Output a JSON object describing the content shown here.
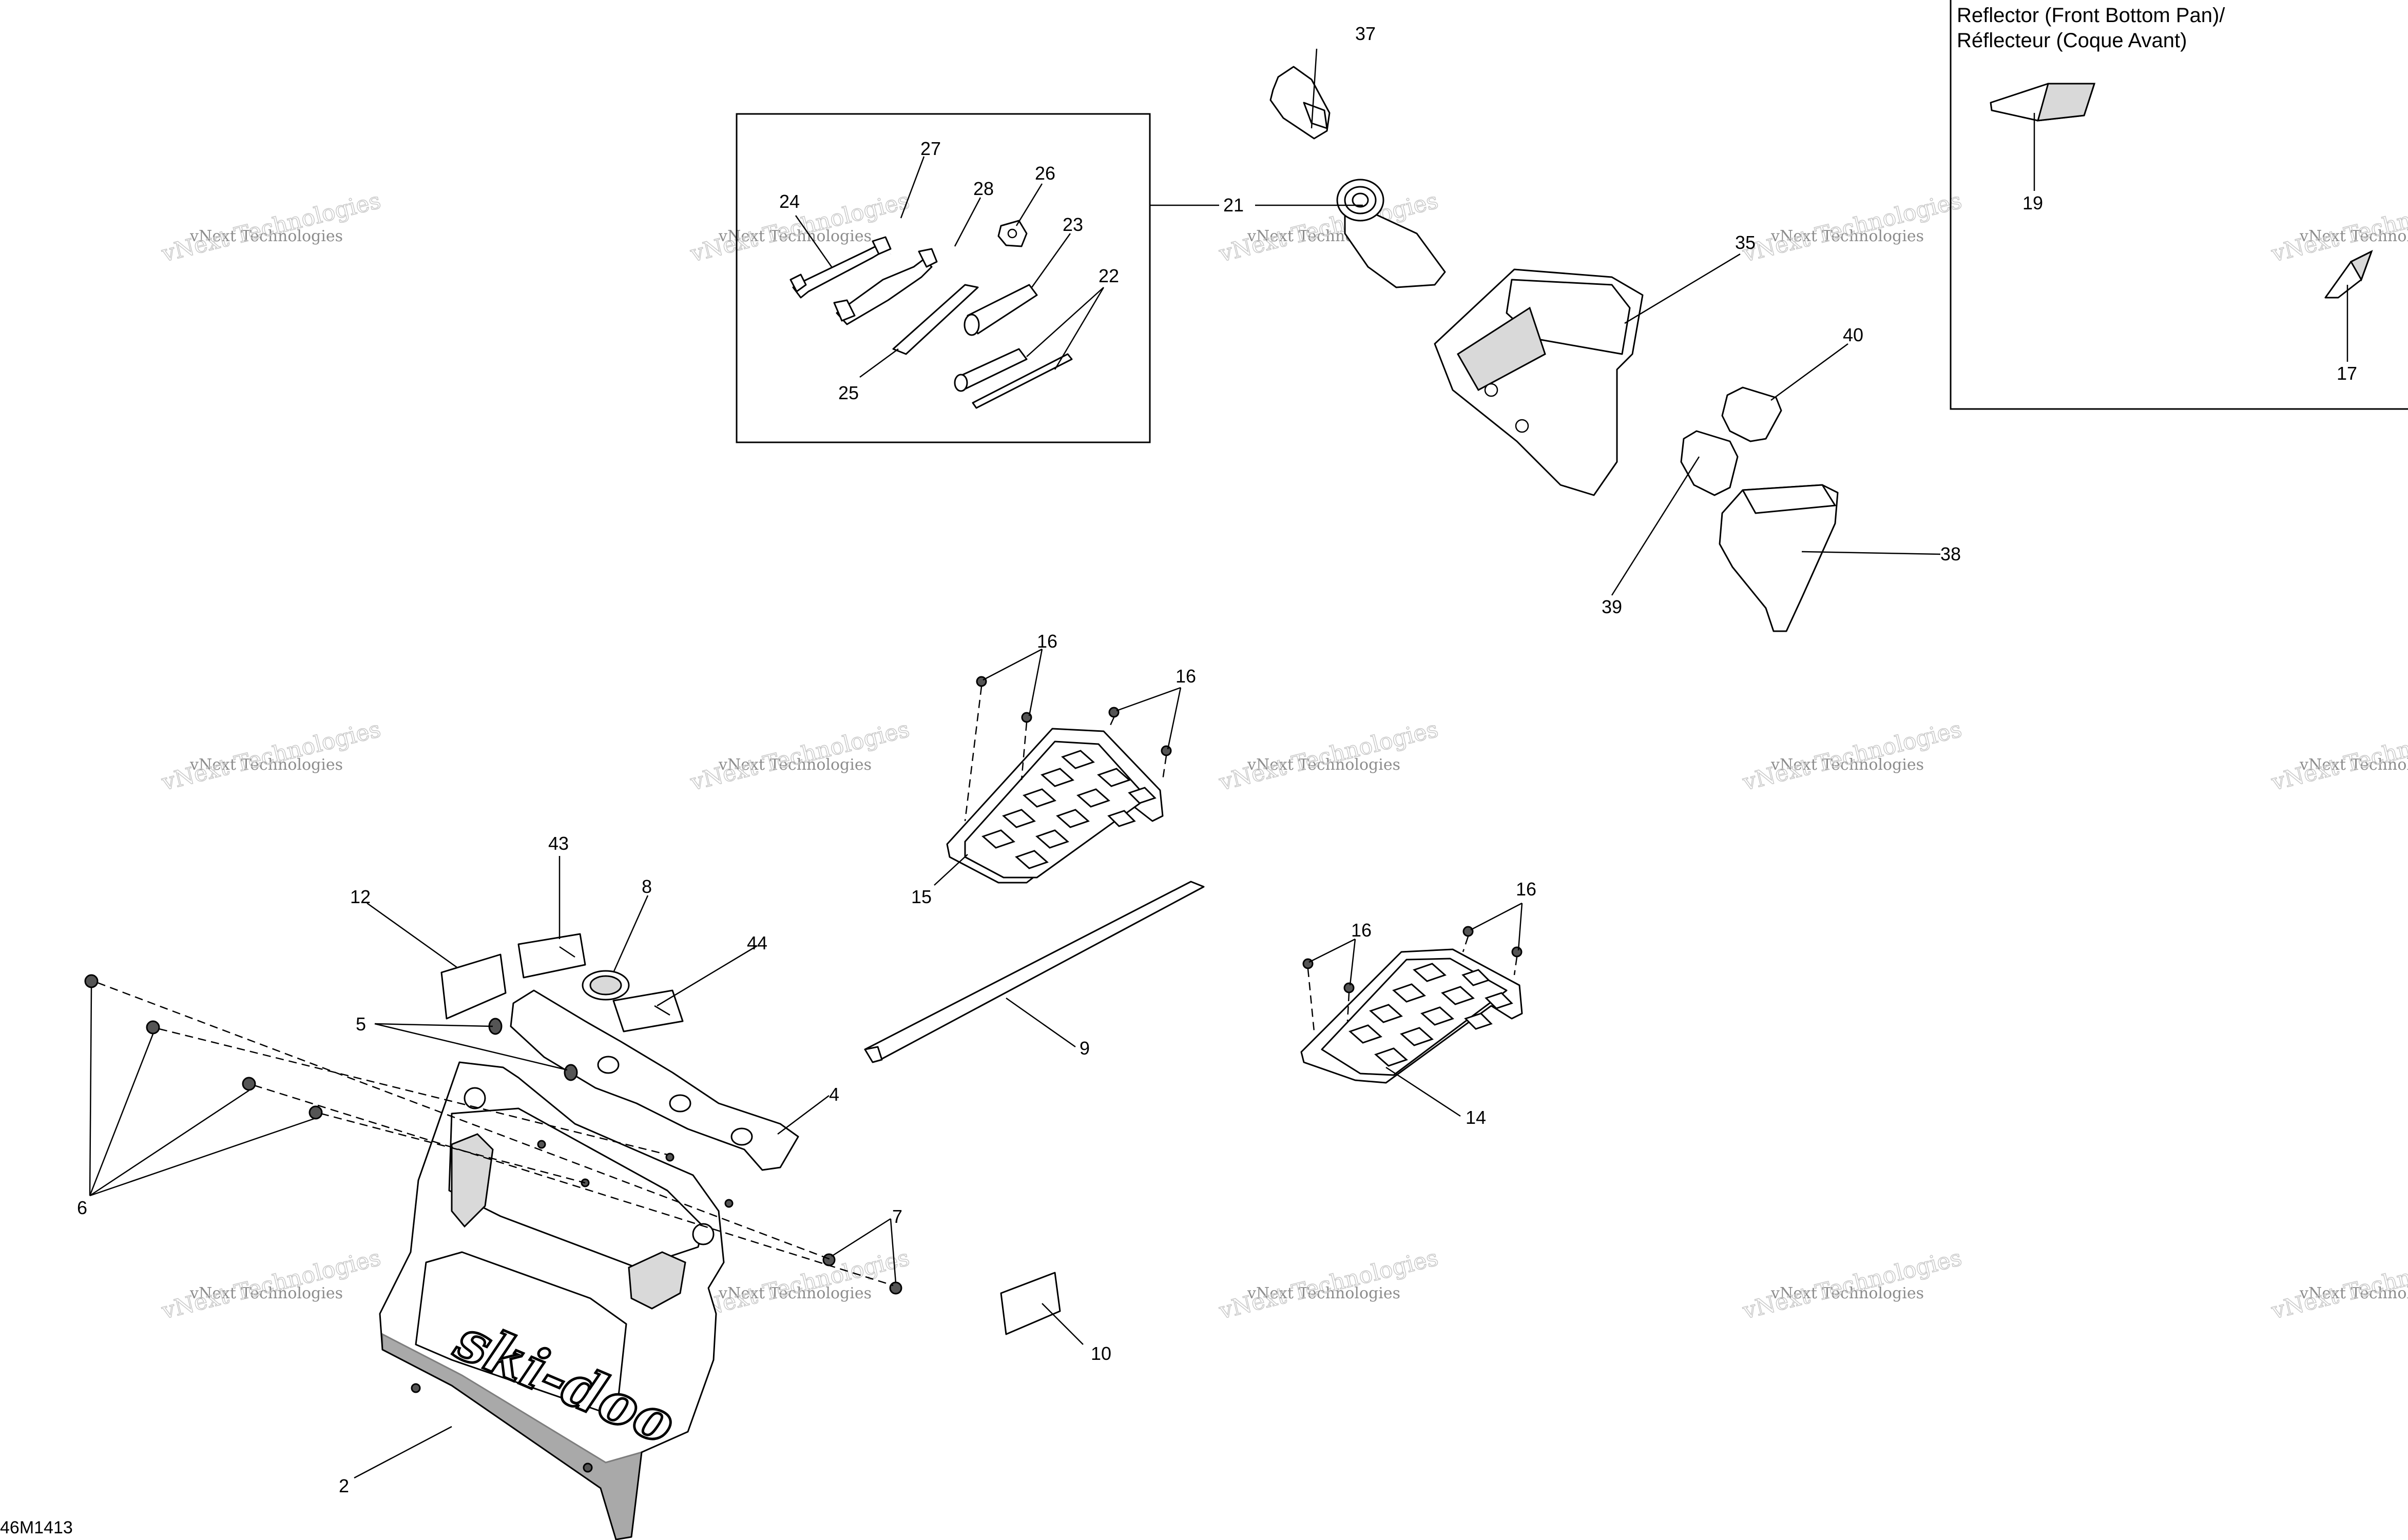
{
  "diagram": {
    "drawing_code": "46M1413",
    "inset_title": [
      "Reflector (Front Bottom Pan)/",
      "Réflecteur (Coque Avant)"
    ],
    "watermark": {
      "line1": "vNext Technologies",
      "line2": "vNext Technologies"
    },
    "logo_text": "ski-doo",
    "callouts": {
      "c2": "2",
      "c4": "4",
      "c5": "5",
      "c6": "6",
      "c7": "7",
      "c8": "8",
      "c9": "9",
      "c10": "10",
      "c12": "12",
      "c14": "14",
      "c15": "15",
      "c16a": "16",
      "c16b": "16",
      "c16c": "16",
      "c16d": "16",
      "c17": "17",
      "c19": "19",
      "c21": "21",
      "c22": "22",
      "c23": "23",
      "c24": "24",
      "c25": "25",
      "c26": "26",
      "c27": "27",
      "c28": "28",
      "c35": "35",
      "c37": "37",
      "c38": "38",
      "c39": "39",
      "c40": "40",
      "c43": "43",
      "c44": "44"
    }
  }
}
